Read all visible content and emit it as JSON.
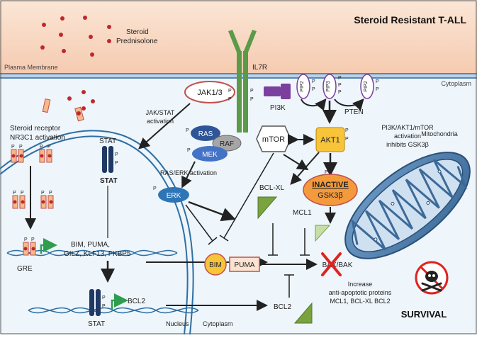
{
  "title": "Steroid Resistant T-ALL",
  "membrane": {
    "plasma_label": "Plasma Membrane",
    "cytoplasm_label": "Cytoplasm"
  },
  "steroid": {
    "line1": "Steroid",
    "line2": "Prednisolone"
  },
  "receptor": {
    "line1": "Steroid receptor",
    "line2": "NR3C1 activation"
  },
  "jak": "JAK1/3",
  "il7r": "IL7R",
  "jakstat_label": {
    "line1": "JAK/STAT",
    "line2": "activation"
  },
  "stat_top": "STAT",
  "stat_bold": "STAT",
  "stat_bottom": "STAT",
  "phospho": "P",
  "pi3k": "PI3K",
  "pten": "PTEN",
  "pip2": "PIP2",
  "pip3": "PIP3",
  "mtor": "mTOR",
  "akt1": "AKT1",
  "pi3k_path": {
    "line1": "PI3K/AKT1/mTOR",
    "line2": "activation",
    "line3": "inhibits GSK3β"
  },
  "mitochondria": "Mitochondria",
  "ras": "RAS",
  "raf": "RAF",
  "mek": "MEK",
  "erk": "ERK",
  "rasrek_label": "RAS/ERK  activation",
  "gsk": {
    "inactive": "INACTIVE",
    "name": "GSK3β"
  },
  "bclxl": "BCL-XL",
  "mcl1": "MCL1",
  "bim": "BIM",
  "puma": "PUMA",
  "baxbak": "BAX/BAK",
  "targets": {
    "line1": "BIM, PUMA,",
    "line2": "GILZ, KLF13, FKBP5"
  },
  "gre": "GRE",
  "bcl2_gene": "BCL2",
  "bcl2": "BCL2",
  "nucleus": "Nucleus",
  "cytoplasm2": "Cytoplasm",
  "increase": {
    "line1": "Increase",
    "line2": "anti-apoptotic proteins",
    "line3": "MCL1, BCL-XL BCL2"
  },
  "survival": "SURVIVAL",
  "colors": {
    "membrane_band": "#fbe3d2",
    "cytoplasm": "#eef5fb",
    "nucleus_line": "#2e6fa3",
    "il7r_green": "#5b9a48",
    "jak_red": "#c0504d",
    "purple": "#7b3f9e",
    "ras_blue": "#2f5597",
    "raf_grey": "#a6a6a6",
    "mek_blue": "#4472c4",
    "erk_blue": "#2e75b6",
    "gsk_orange": "#f39a3c",
    "bim_yellow": "#f7c43a",
    "green_tri": "#7aa33f",
    "red_x": "#e0221f",
    "mito_blue": "#4a78a8"
  }
}
